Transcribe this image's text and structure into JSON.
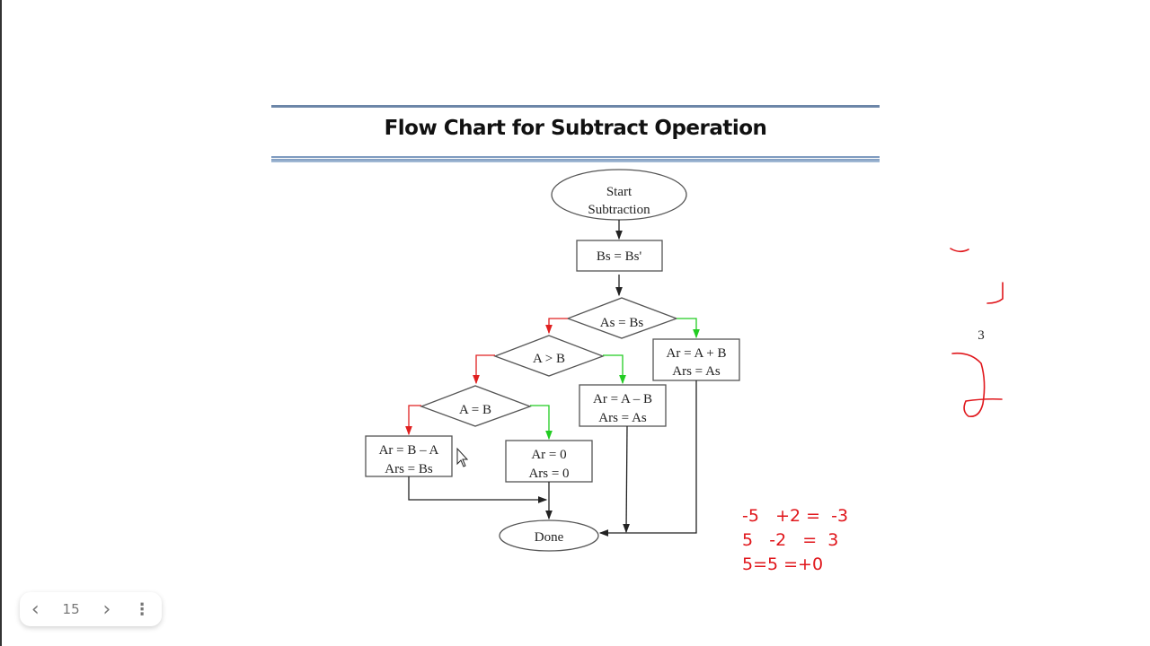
{
  "slide": {
    "title": "Flow Chart for Subtract Operation",
    "accent_color": "#6c86a8"
  },
  "flowchart": {
    "start": [
      "Start",
      "Subtraction"
    ],
    "complement": "Bs = Bs'",
    "decision_sign": "As = Bs",
    "decision_greater": "A > B",
    "decision_equal": "A = B",
    "add_box": [
      "Ar = A + B",
      "Ars = As"
    ],
    "a_minus_b_box": [
      "Ar = A – B",
      "Ars = As"
    ],
    "b_minus_a_box": [
      "Ar = B – A",
      "Ars = Bs"
    ],
    "zero_box": [
      "Ar = 0",
      "Ars = 0"
    ],
    "done": "Done",
    "no_color": "#e02020",
    "yes_color": "#22cc22"
  },
  "annotations": {
    "lines": [
      "-5   +2 =  -3",
      "5   -2   =  3",
      "5=5 =+0"
    ],
    "handwritten_digit": "3",
    "color": "#e0161b"
  },
  "pager": {
    "prev": "‹",
    "page": "15",
    "next": "›",
    "more": "⋮"
  }
}
